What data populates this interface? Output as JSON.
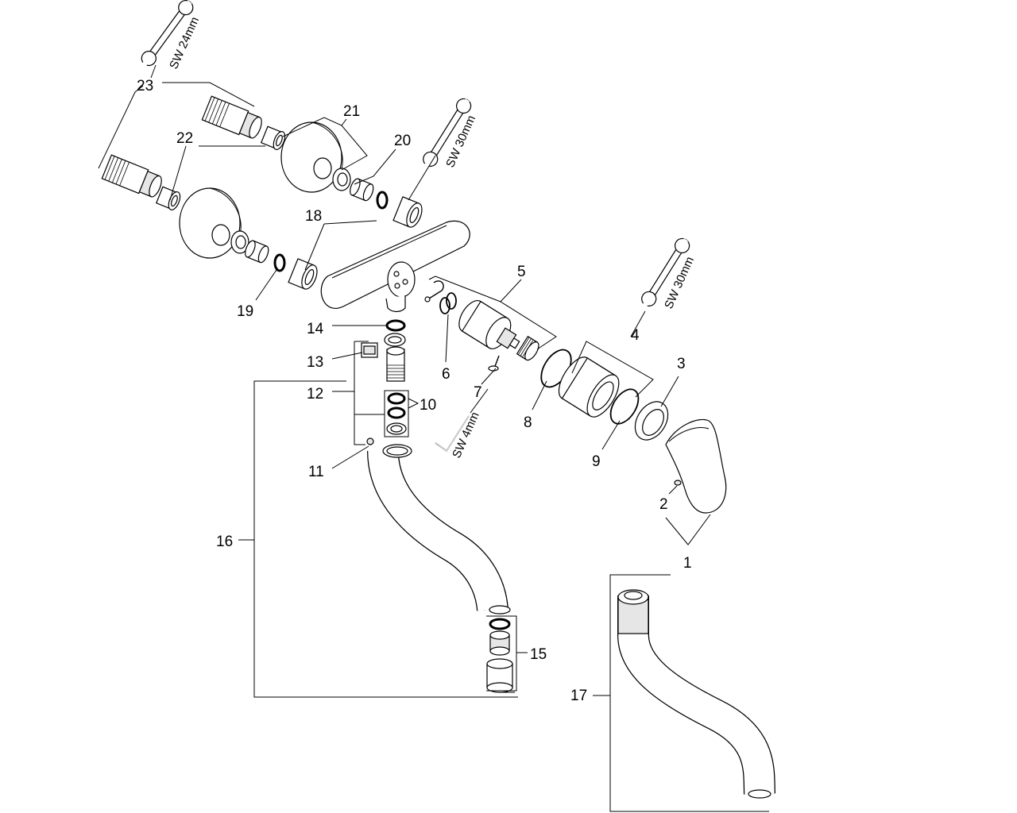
{
  "labels": {
    "p1": "1",
    "p2": "2",
    "p3": "3",
    "p4": "4",
    "p5": "5",
    "p6": "6",
    "p7": "7",
    "p8": "8",
    "p9": "9",
    "p10": "10",
    "p11": "11",
    "p12": "12",
    "p13": "13",
    "p14": "14",
    "p15": "15",
    "p16": "16",
    "p17": "17",
    "p18": "18",
    "p19": "19",
    "p20": "20",
    "p21": "21",
    "p22": "22",
    "p23": "23"
  },
  "wrenches": {
    "sw24": "SW 24mm",
    "sw30a": "SW 30mm",
    "sw30b": "SW 30mm",
    "sw4": "SW 4mm"
  }
}
